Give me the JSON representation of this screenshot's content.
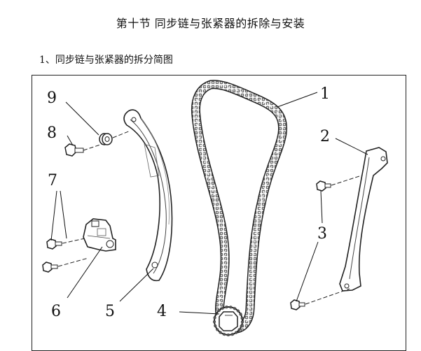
{
  "section_title": "第十节  同步链与张紧器的拆除与安装",
  "subsection_title": "1、同步链与张紧器的拆分简图",
  "figure": {
    "callouts": [
      {
        "id": "1",
        "text": "1"
      },
      {
        "id": "2",
        "text": "2"
      },
      {
        "id": "3",
        "text": "3"
      },
      {
        "id": "4",
        "text": "4"
      },
      {
        "id": "5",
        "text": "5"
      },
      {
        "id": "6",
        "text": "6"
      },
      {
        "id": "7",
        "text": "7"
      },
      {
        "id": "8",
        "text": "8"
      },
      {
        "id": "9",
        "text": "9"
      }
    ]
  }
}
